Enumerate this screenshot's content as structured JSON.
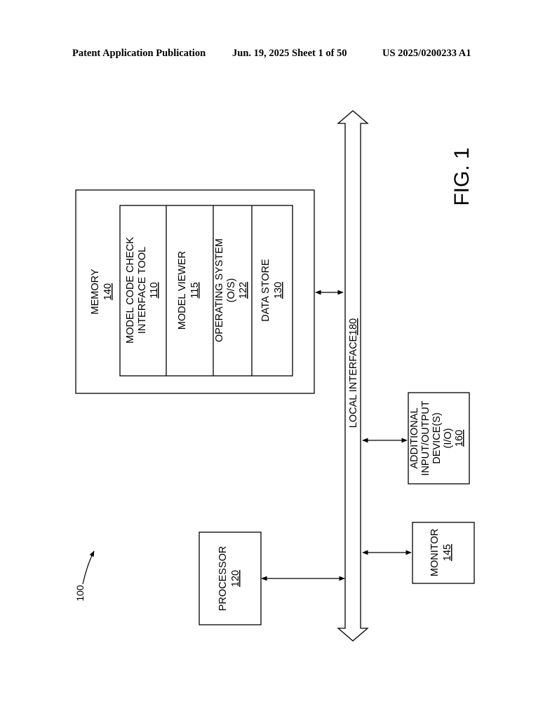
{
  "header": {
    "publication": "Patent Application Publication",
    "date_sheet": "Jun. 19, 2025  Sheet 1 of 50",
    "pub_number": "US 2025/0200233 A1"
  },
  "figure": {
    "label": "FIG. 1",
    "system_ref": "100"
  },
  "memory": {
    "title": "MEMORY",
    "ref": "140"
  },
  "memory_items": [
    {
      "line1": "MODEL CODE CHECK",
      "line2": "INTERFACE TOOL",
      "ref": "110"
    },
    {
      "line1": "MODEL VIEWER",
      "ref": "115"
    },
    {
      "line1": "OPERATING SYSTEM",
      "line2": "(O/S)",
      "ref": "122"
    },
    {
      "line1": "DATA STORE",
      "ref": "130"
    }
  ],
  "bus": {
    "label": "LOCAL INTERFACE",
    "ref": "180"
  },
  "io_device": {
    "line1": "ADDITIONAL",
    "line2": "INPUT/OUTPUT",
    "line3": "DEVICE(S)",
    "line4": "(I/O)",
    "ref": "160"
  },
  "monitor": {
    "title": "MONITOR",
    "ref": "145"
  },
  "processor": {
    "title": "PROCESSOR",
    "ref": "120"
  }
}
